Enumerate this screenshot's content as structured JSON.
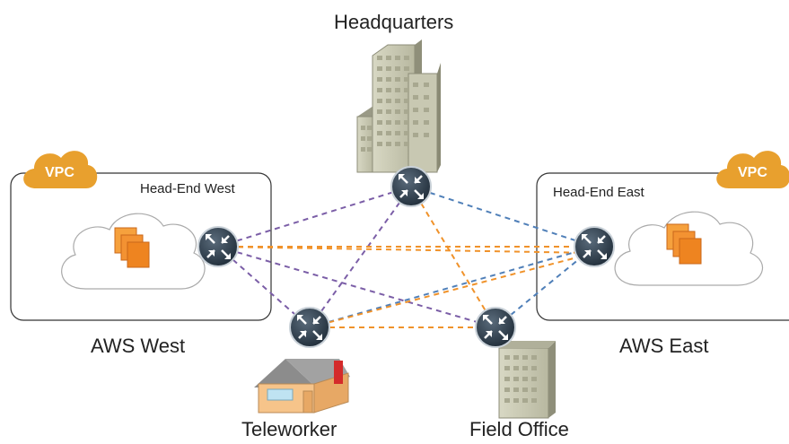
{
  "title": "Headquarters",
  "regions": {
    "west": {
      "name": "AWS West",
      "headend": "Head-End West",
      "badge": "VPC"
    },
    "east": {
      "name": "AWS East",
      "headend": "Head-End East",
      "badge": "VPC"
    }
  },
  "sites": {
    "teleworker": "Teleworker",
    "field_office": "Field Office"
  },
  "colors": {
    "purple_link": "#7b5ea7",
    "blue_link": "#4f7fb8",
    "orange_link": "#f0922a",
    "vpc_badge": "#e8a02e",
    "router": "#2f3f4f",
    "instance": "#f08a24"
  }
}
